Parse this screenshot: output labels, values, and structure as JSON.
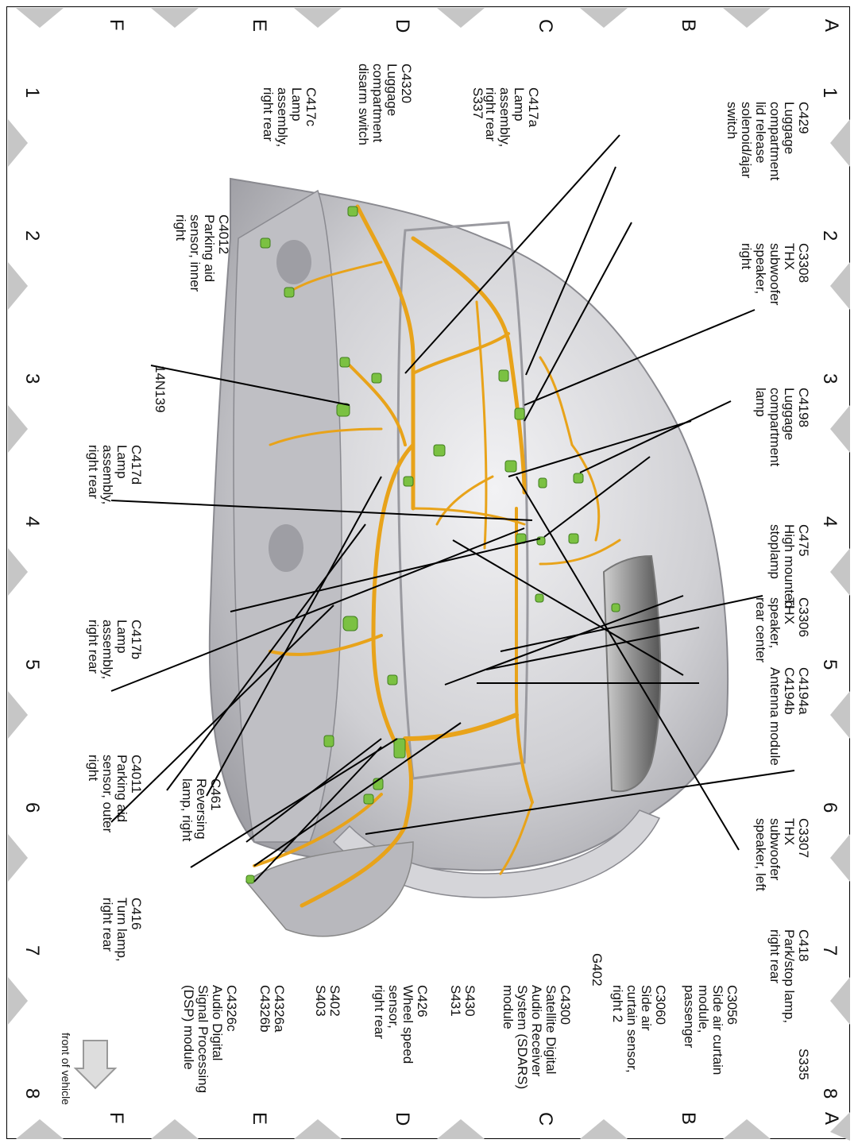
{
  "grid": {
    "columns": [
      "1",
      "2",
      "3",
      "4",
      "5",
      "6",
      "7",
      "8"
    ],
    "rows": [
      "A",
      "B",
      "C",
      "D",
      "E",
      "F"
    ]
  },
  "front_note": "front of vehicle",
  "colors": {
    "harness": "#e8a31a",
    "connector": "#7bc142",
    "body": "#c9c9cc",
    "diamond": "#c6c6c6"
  },
  "labels": [
    {
      "id": "c429",
      "text": "C429\nLuggage\ncompartment\nlid release\nsolenoid/ajar\nswitch"
    },
    {
      "id": "c3308",
      "text": "C3308\nTHX\nsubwoofer\nspeaker,\nright"
    },
    {
      "id": "c4198",
      "text": "C4198\nLuggage\ncompartment\nlamp"
    },
    {
      "id": "c475",
      "text": "C475\nHigh mounted\nstoplamp"
    },
    {
      "id": "c3306",
      "text": "C3306\nTHX\nspeaker,\nrear center"
    },
    {
      "id": "c4194",
      "text": "C4194a\nC4194b\nAntenna module"
    },
    {
      "id": "c3307",
      "text": "C3307\nTHX\nsubwoofer\nspeaker, left"
    },
    {
      "id": "c418",
      "text": "C418\nPark/stop lamp,\nright rear"
    },
    {
      "id": "s335",
      "text": "S335"
    },
    {
      "id": "c3056",
      "text": "C3056\nSide air curtain\nmodule,\npassenger"
    },
    {
      "id": "c3060",
      "text": "C3060\nSide air\ncurtain sensor,\nright 2"
    },
    {
      "id": "g402",
      "text": "G402"
    },
    {
      "id": "c4300",
      "text": "C4300\nSatellite Digital\nAudio Receiver\nSystem (SDARS)\nmodule"
    },
    {
      "id": "s430",
      "text": "S430\nS431"
    },
    {
      "id": "c426",
      "text": "C426\nWheel speed\nsensor,\nright rear"
    },
    {
      "id": "s402",
      "text": "S402\nS403"
    },
    {
      "id": "c4326a",
      "text": "C4326a\nC4326b"
    },
    {
      "id": "c4326c",
      "text": "C4326c\nAudio Digital\nSignal Processing\n(DSP) module"
    },
    {
      "id": "c417a",
      "text": "C417a\nLamp\nassembly,\nright rear"
    },
    {
      "id": "s337",
      "text": "S337"
    },
    {
      "id": "c4320",
      "text": "C4320\nLuggage\ncompartment\ndisarm switch"
    },
    {
      "id": "c417c",
      "text": "C417c\nLamp\nassembly,\nright rear"
    },
    {
      "id": "c4012",
      "text": "C4012\nParking aid\nsensor, inner\nright"
    },
    {
      "id": "n14n139",
      "text": "14N139"
    },
    {
      "id": "c417d",
      "text": "C417d\nLamp\nassembly,\nright rear"
    },
    {
      "id": "c417b",
      "text": "C417b\nLamp\nassembly,\nright rear"
    },
    {
      "id": "c4011",
      "text": "C4011\nParking aid\nsensor, outer\nright"
    },
    {
      "id": "c461",
      "text": "C461\nReversing\nlamp, right"
    },
    {
      "id": "c416",
      "text": "C416\nTurn lamp,\nright rear"
    }
  ]
}
